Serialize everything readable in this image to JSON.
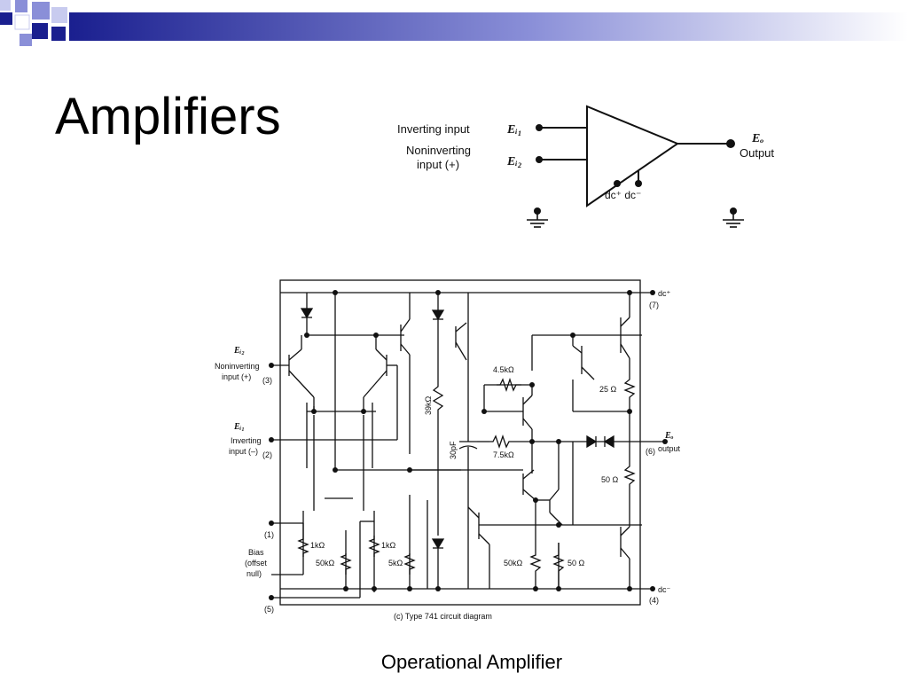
{
  "slide": {
    "title": "Amplifiers",
    "caption": "Operational Amplifier",
    "accent_colors": [
      "#1a1f8f",
      "#8a8fd8",
      "#c8cbef"
    ]
  },
  "opamp_symbol": {
    "inverting_label": "Inverting input",
    "inverting_symbol": "Eᵢ₁",
    "noninverting_label_1": "Noninverting",
    "noninverting_label_2": "input (+)",
    "noninverting_symbol": "Eᵢ₂",
    "output_symbol": "Eₒ",
    "output_label": "Output",
    "supply_label": "dc⁺ dc⁻"
  },
  "circuit": {
    "caption": "(c) Type 741 circuit diagram",
    "dc_plus": "dc⁺",
    "dc_plus_pin": "(7)",
    "dc_minus": "dc⁻",
    "dc_minus_pin": "(4)",
    "noninv_symbol": "Eᵢ₂",
    "noninv_label_1": "Noninverting",
    "noninv_label_2": "input (+)",
    "noninv_pin": "(3)",
    "inv_symbol": "Eᵢ₁",
    "inv_label_1": "Inverting",
    "inv_label_2": "input (–)",
    "inv_pin": "(2)",
    "out_symbol": "Eₒ",
    "out_label": "output",
    "out_pin": "(6)",
    "bias_pin": "(1)",
    "bias_label_1": "Bias",
    "bias_label_2": "(offset",
    "bias_label_3": "null)",
    "bias_pin_2": "(5)",
    "r_1k_a": "1kΩ",
    "r_1k_b": "1kΩ",
    "r_50k_a": "50kΩ",
    "r_5k": "5kΩ",
    "r_39k": "39kΩ",
    "c_30p": "30pF",
    "r_4_5k": "4.5kΩ",
    "r_7_5k": "7.5kΩ",
    "r_25": "25 Ω",
    "r_50_a": "50 Ω",
    "r_50k_b": "50kΩ",
    "r_50_b": "50 Ω"
  }
}
